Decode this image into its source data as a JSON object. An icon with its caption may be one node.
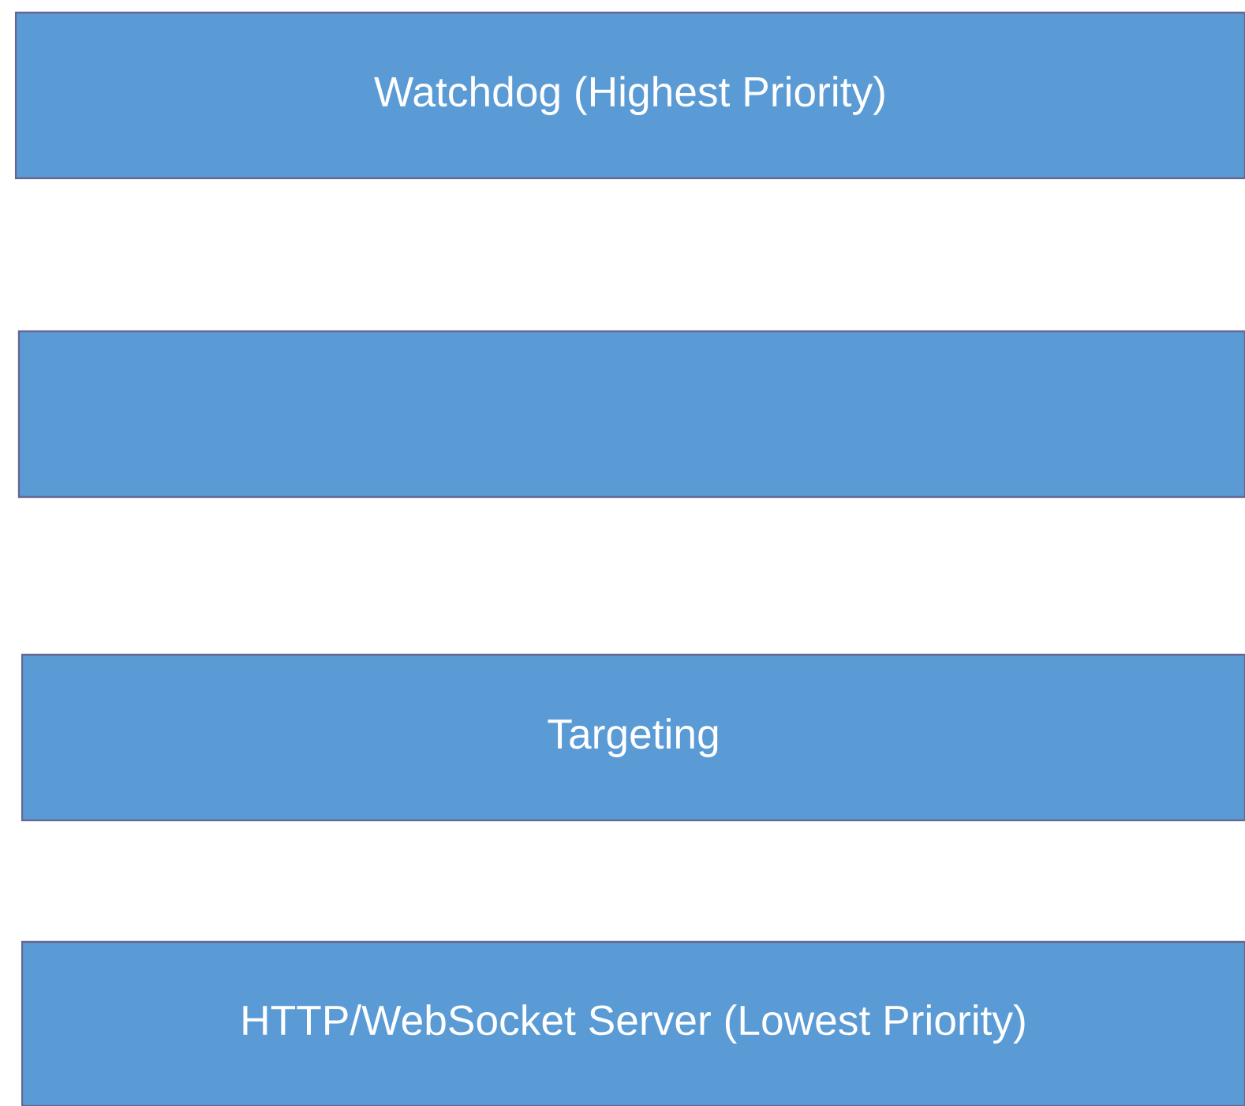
{
  "diagram": {
    "nodes": [
      {
        "text": [
          "Watchdog (Highest Priority)"
        ]
      },
      {
        "text": [],
        "shape": "box"
      },
      {
        "text": [
          "Targeting"
        ]
      },
      {
        "text": [
          "HTTP/WebSocket Server (Lowest Priority)"
        ]
      }
    ]
  }
}
